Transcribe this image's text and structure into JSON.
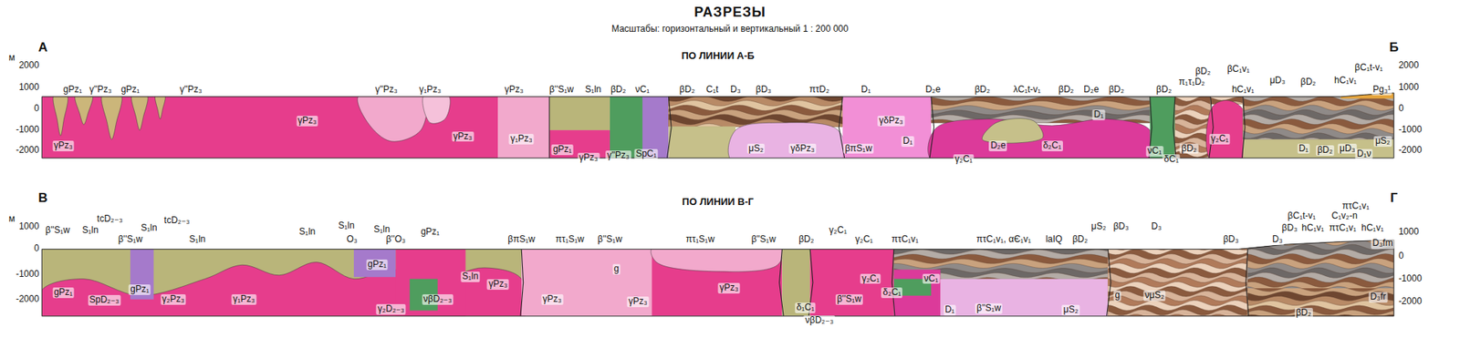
{
  "diagram": {
    "title": "РАЗРЕЗЫ",
    "nodes": [
      {
        "text": [
          "ПО ЛИНИИ А-Б"
        ]
      },
      {
        "text": [
          "ПО ЛИНИИ В-Г"
        ]
      }
    ],
    "labels": [
      "Масштабы: горизонтальный и вертикальный 1 : 200 000",
      "А",
      "Б",
      "м",
      "2000",
      "1000",
      "0",
      "-1000",
      "-2000",
      "2000",
      "1000",
      "0",
      "-1000",
      "-2000",
      "gPz₁",
      "γ''Pz₃",
      "gPz₁",
      "γ''Pz₃",
      "γ''Pz₃",
      "γ₁Pz₃",
      "γPz₃",
      "β''S₁w",
      "S₁ln",
      "βD₂",
      "νC₁",
      "βD₂",
      "C₁t",
      "D₃",
      "βD₃",
      "πτD₂",
      "D₁",
      "D₂e",
      "βD₂",
      "λC₁t-v₁",
      "βD₂",
      "D₂e",
      "βD₂",
      "βD₂",
      "π₁τ₁D₂",
      "βD₂",
      "βC₁v₁",
      "hC₁v₁",
      "μD₃",
      "βD₂",
      "hC₁v₁",
      "βC₁t-v₁",
      "Pg₃¹",
      "γPz₃",
      "γPz₃",
      "γPz₃",
      "γ₁Pz₃",
      "gPz₁",
      "γPz₃",
      "γ''Pz₃",
      "SpC₁",
      "μS₂",
      "γδPz₃",
      "βπS₁w",
      "γδPz₃",
      "D₁",
      "D₂e",
      "γ₂C₁",
      "δ₂C₁",
      "D₁",
      "νC₁",
      "δC₁",
      "βD₂",
      "γ₂C₁",
      "D₁",
      "βD₂",
      "μD₃",
      "D₁ν",
      "μS₂",
      "В",
      "Г",
      "м",
      "1000",
      "0",
      "-1000",
      "-2000",
      "1000",
      "0",
      "-1000",
      "-2000",
      "β''S₁w",
      "S₁ln",
      "tcD₂₋₃",
      "β''S₁w",
      "S₁ln",
      "tcD₂₋₃",
      "S₁ln",
      "S₁ln",
      "S₁ln",
      "O₃",
      "S₁ln",
      "β''O₃",
      "gPz₁",
      "βπS₁w",
      "πτ₁S₁w",
      "β''S₁w",
      "πτ₁S₁w",
      "β''S₁w",
      "βD₂",
      "γ₂C₁",
      "γ₂C₁",
      "πτC₁v₁",
      "πτC₁v₁, αЄ₁v₁",
      "laIQ",
      "βD₂",
      "μS₂",
      "βD₃",
      "D₃",
      "βD₃",
      "D₃",
      "βD₃",
      "hC₁v₁",
      "πτC₁v₁",
      "hC₁v₁",
      "βC₁t-v₁",
      "C₁v₂-n",
      "πτC₁v₁",
      "D₃fm",
      "gPz₁",
      "SpD₂₋₃",
      "gPz₁",
      "γ₂Pz₃",
      "γ₁Pz₃",
      "gPz₁",
      "γ₂D₂₋₃",
      "νβD₂₋₃",
      "S₁ln",
      "γPz₃",
      "γPz₃",
      "g",
      "γPz₃",
      "γPz₃",
      "δ₁C₁",
      "νβD₂₋₃",
      "β''S₁w",
      "δ₂C₁",
      "νC₁",
      "γ₂C₁",
      "D₁",
      "β''S₁w",
      "μS₂",
      "g",
      "νμS₂",
      "βD₂",
      "D₃fr"
    ]
  }
}
